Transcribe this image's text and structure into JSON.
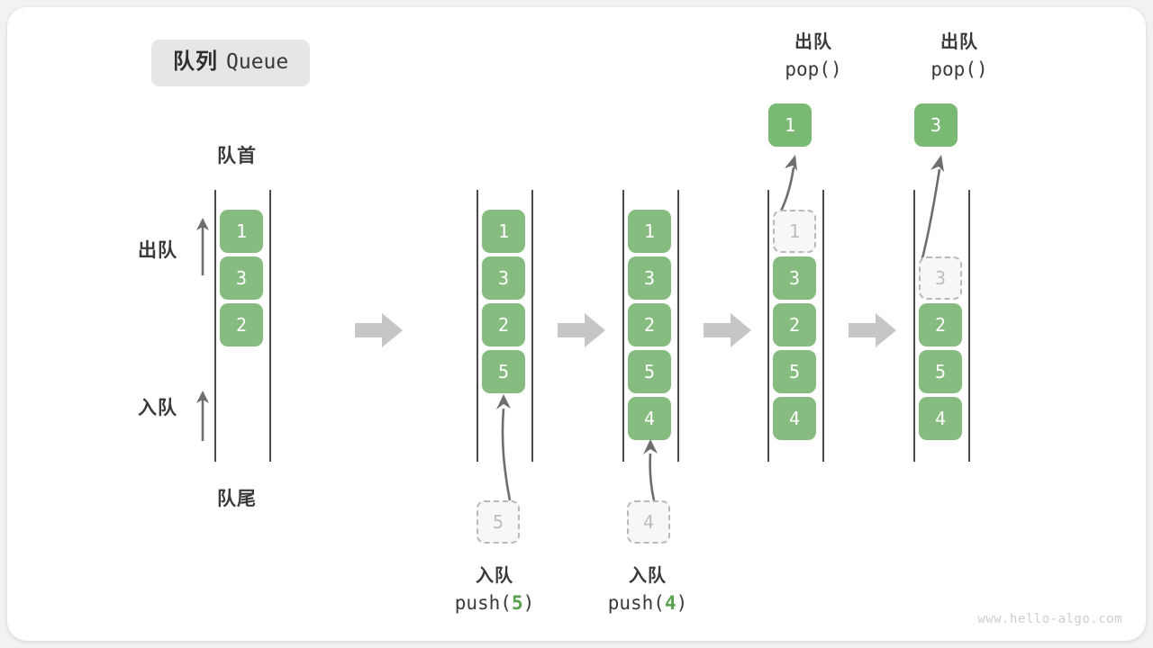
{
  "title": {
    "cn": "队列",
    "en": "Queue"
  },
  "labels": {
    "front": "队首",
    "rear": "队尾",
    "dequeue": "出队",
    "enqueue": "入队"
  },
  "colors": {
    "element": "#86bc80",
    "ghost_fill": "#f7f7f7",
    "ghost_border": "#b9b9b9",
    "rail": "#4a4a4a",
    "step_arrow": "#c6c6c6",
    "code_number": "#59a14f",
    "card": "#ffffff",
    "page": "#f2f2f2"
  },
  "columns": [
    {
      "name": "initial",
      "cells": [
        "1",
        "3",
        "2"
      ],
      "ghost": null,
      "popped": null
    },
    {
      "name": "after-push-5",
      "cells": [
        "1",
        "3",
        "2",
        "5"
      ],
      "ghost": "5",
      "popped": null
    },
    {
      "name": "after-push-4",
      "cells": [
        "1",
        "3",
        "2",
        "5",
        "4"
      ],
      "ghost": "4",
      "popped": null
    },
    {
      "name": "after-pop-1",
      "cells": [
        "3",
        "2",
        "5",
        "4"
      ],
      "ghost": "1",
      "popped": "1"
    },
    {
      "name": "after-pop-3",
      "cells": [
        "2",
        "5",
        "4"
      ],
      "ghost": "3",
      "popped": "3"
    }
  ],
  "operations": {
    "push5": {
      "cn": "入队",
      "fn": "push(",
      "arg": "5",
      "close": ")"
    },
    "push4": {
      "cn": "入队",
      "fn": "push(",
      "arg": "4",
      "close": ")"
    },
    "pop1": {
      "cn": "出队",
      "code": "pop()"
    },
    "pop2": {
      "cn": "出队",
      "code": "pop()"
    }
  },
  "watermark": "www.hello-algo.com"
}
